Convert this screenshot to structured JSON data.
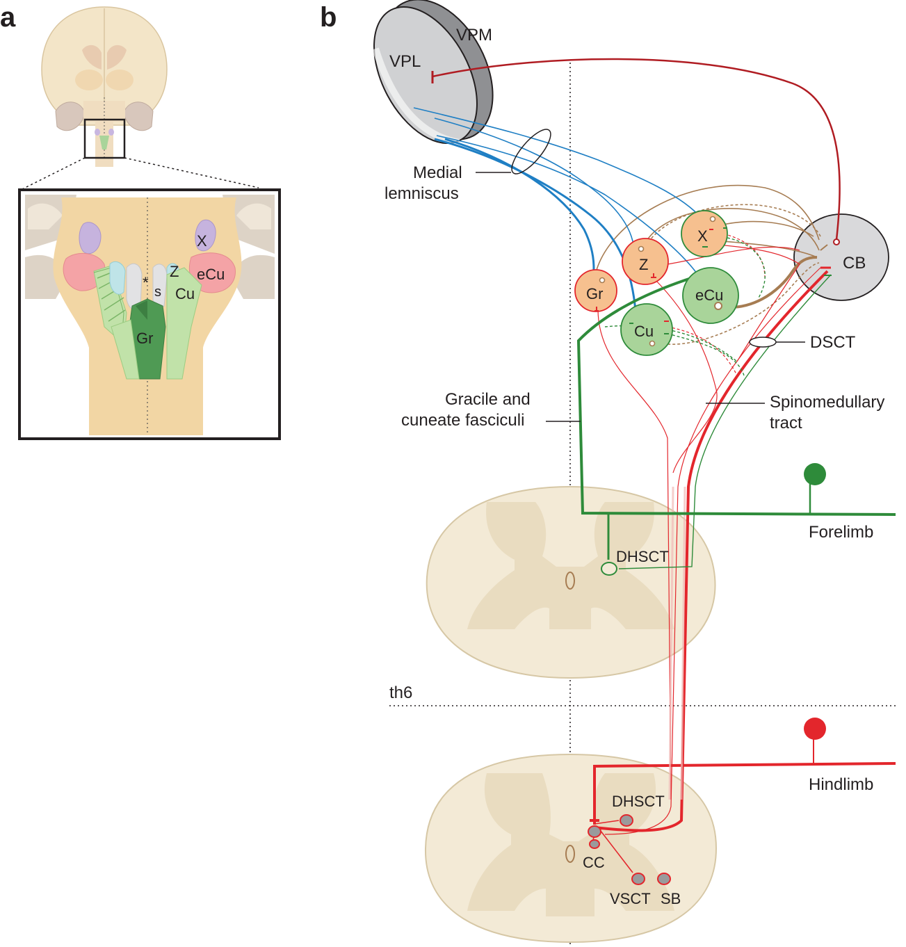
{
  "panels": {
    "a": "a",
    "b": "b"
  },
  "panel_a": {
    "nuclei": {
      "x": "X",
      "z": "Z",
      "ecu": "eCu",
      "cu": "Cu",
      "gr": "Gr",
      "s": "s",
      "asterisk": "*"
    }
  },
  "panel_b": {
    "thalamus": {
      "vpm": "VPM",
      "vpl": "VPL"
    },
    "medial_lemniscus": [
      "Medial",
      "lemniscus"
    ],
    "nuclei": {
      "gr": "Gr",
      "z": "Z",
      "x": "X",
      "ecu": "eCu",
      "cu": "Cu",
      "cb": "CB"
    },
    "dsct": "DSCT",
    "gracile_cuneate": [
      "Gracile and",
      "cuneate fasciculi"
    ],
    "spinomedullary": [
      "Spinomedullary",
      "tract"
    ],
    "forelimb": "Forelimb",
    "hindlimb": "Hindlimb",
    "dhsct_upper": "DHSCT",
    "th6": "th6",
    "lower_cord": {
      "dhsct": "DHSCT",
      "cc": "CC",
      "vsct": "VSCT",
      "sb": "SB"
    }
  },
  "colors": {
    "blue": "#1f7fc4",
    "dark_red": "#b01c22",
    "red": "#e3262c",
    "green": "#2e8b3a",
    "brown": "#a67c52",
    "orange_fill": "#f6c08f",
    "green_fill": "#a9d49a",
    "grey_fill": "#d9d9db",
    "cord_fill": "#f3ead6"
  }
}
